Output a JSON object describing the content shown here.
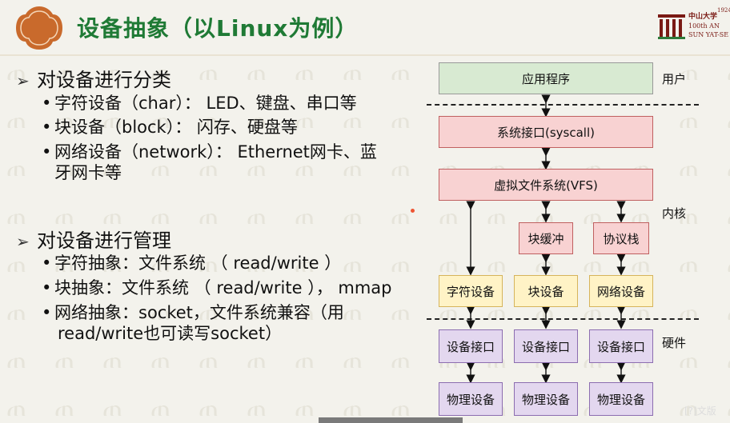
{
  "header": {
    "title": "设备抽象（以Linux为例）",
    "logo_text_lines": [
      "中山大学",
      "100th AN",
      "SUN YAT-SE"
    ],
    "year_mark": "1924"
  },
  "outline": {
    "section1": {
      "heading": "对设备进行分类",
      "items": [
        "字符设备（char）： LED、键盘、串口等",
        "块设备（block）： 闪存、硬盘等",
        "网络设备（network）： Ethernet网卡、蓝",
        "牙网卡等"
      ]
    },
    "section2": {
      "heading": "对设备进行管理",
      "items": [
        "字符抽象：文件系统 （ read/write ）",
        "块抽象：文件系统 （ read/write ）， mmap",
        "网络抽象：socket，文件系统兼容（用",
        "read/write也可读写socket）"
      ]
    }
  },
  "diagram": {
    "app": "应用程序",
    "syscall": "系统接口(syscall)",
    "vfs": "虚拟文件系统(VFS)",
    "block_cache": "块缓冲",
    "protocol_stack": "协议栈",
    "char_dev": "字符设备",
    "block_dev": "块设备",
    "net_dev": "网络设备",
    "dev_iface": "设备接口",
    "phys_dev": "物理设备",
    "layer_user": "用户",
    "layer_kernel": "内核",
    "layer_hw": "硬件"
  },
  "watermark": "[?]文版",
  "colors": {
    "title": "#1f7a35",
    "logo": "#c96a2c"
  }
}
